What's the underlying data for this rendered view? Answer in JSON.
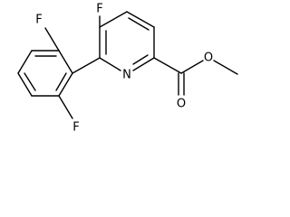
{
  "structure": {
    "atoms": {
      "f_top": "F",
      "f_left": "F",
      "f_bottom": "F",
      "n_ring": "N",
      "o_carbonyl": "O",
      "o_ester": "O"
    }
  },
  "colors": {
    "bond": "#000000",
    "label": "#000000",
    "background": "#ffffff"
  }
}
